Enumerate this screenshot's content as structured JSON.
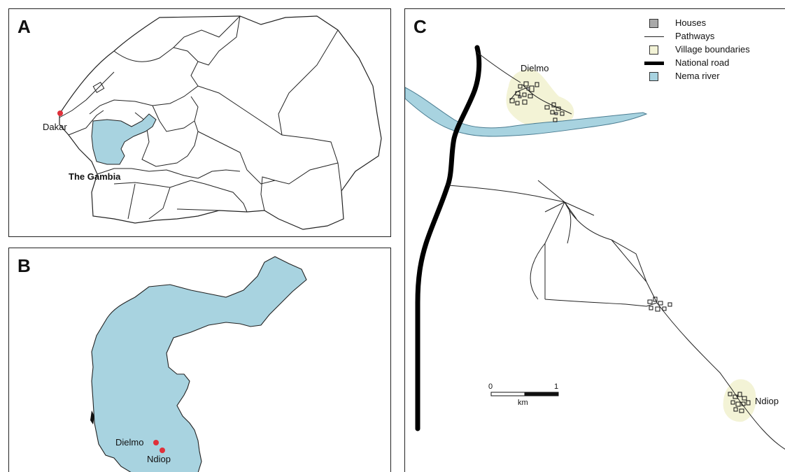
{
  "panels": {
    "a": {
      "letter": "A",
      "labels": {
        "dakar": "Dakar",
        "gambia": "The Gambia"
      }
    },
    "b": {
      "letter": "B",
      "labels": {
        "dielmo": "Dielmo",
        "ndiop": "Ndiop"
      }
    },
    "c": {
      "letter": "C",
      "labels": {
        "dielmo": "Dielmo",
        "ndiop": "Ndiop"
      },
      "legend": [
        {
          "label": "Houses",
          "symbol": "box",
          "color": "#a9a9a9"
        },
        {
          "label": "Pathways",
          "symbol": "thin-line",
          "color": "#222222"
        },
        {
          "label": "Village boundaries",
          "symbol": "box",
          "color": "#f3f3d6"
        },
        {
          "label": "National road",
          "symbol": "thick-line",
          "color": "#000000"
        },
        {
          "label": "Nema river",
          "symbol": "box",
          "color": "#a8d3e0"
        }
      ],
      "scale_bar": {
        "start": "0",
        "end": "1",
        "unit": "km"
      }
    }
  },
  "colors": {
    "water": "#a8d3e0",
    "village": "#f3f3d6",
    "marker": "#e0303a",
    "house": "#a9a9a9"
  }
}
